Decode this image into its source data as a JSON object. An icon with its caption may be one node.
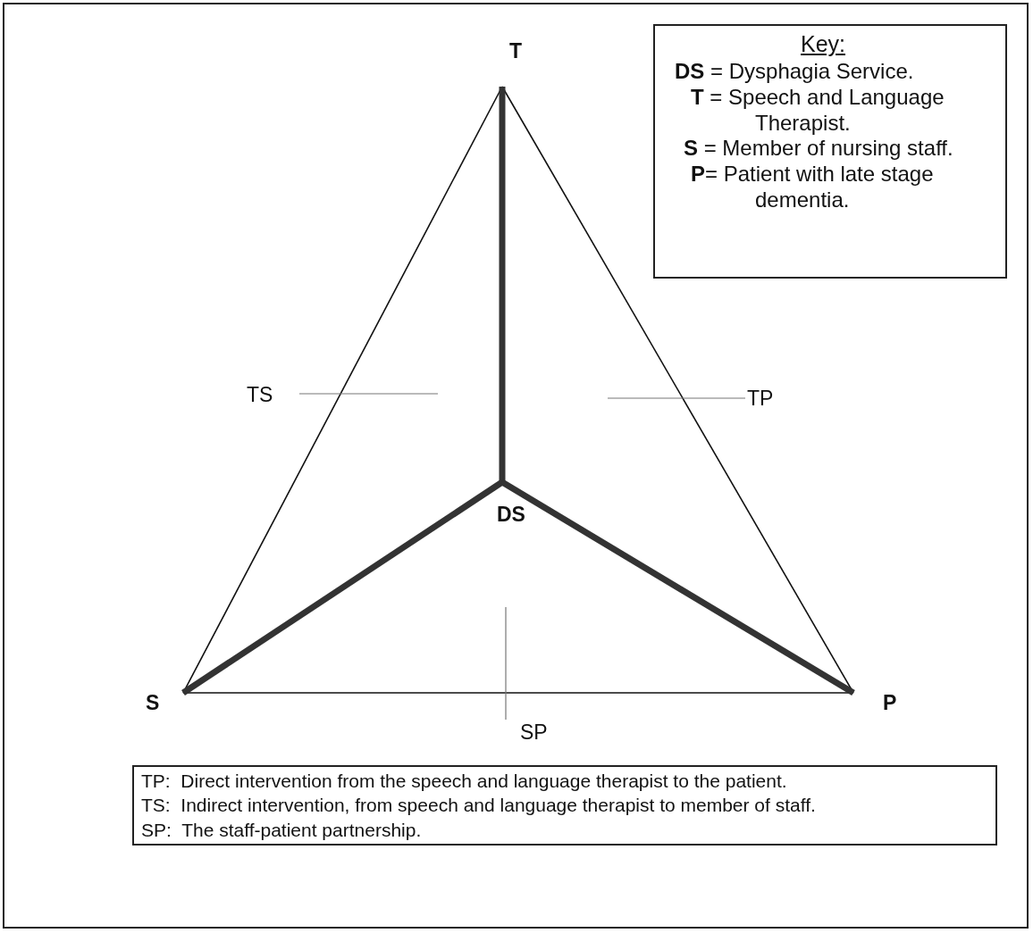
{
  "diagram": {
    "nodes": [
      {
        "text": [
          "T"
        ]
      },
      {
        "text": [
          "S"
        ]
      },
      {
        "text": [
          "P"
        ]
      },
      {
        "text": [
          "DS"
        ]
      },
      {
        "text": [
          "TS"
        ]
      },
      {
        "text": [
          "TP"
        ]
      },
      {
        "text": [
          "SP"
        ]
      },
      {
        "text": [
          "Key:",
          "**DS** = Dysphagia  Service.",
          "**T** = Speech and Language Therapist.",
          "**S** = Member of nursing staff.",
          "**P**= Patient with late stage dementia."
        ]
      },
      {
        "text": [
          "TP:  Direct intervention from the speech and language therapist to the patient.",
          "TS:  Indirect intervention, from speech and language therapist to member of staff.",
          "SP:  The staff-patient partnership."
        ]
      }
    ],
    "edges": [
      {
        "from": 0,
        "to": 1,
        "arrow": "none"
      },
      {
        "from": 0,
        "to": 2,
        "arrow": "none"
      },
      {
        "from": 1,
        "to": 2,
        "arrow": "none"
      },
      {
        "from": 3,
        "to": 0,
        "arrow": "none",
        "style": "thick",
        "color": "#333333"
      },
      {
        "from": 3,
        "to": 1,
        "arrow": "none",
        "style": "thick",
        "color": "#333333"
      },
      {
        "from": 3,
        "to": 2,
        "arrow": "none",
        "style": "thick",
        "color": "#333333"
      },
      {
        "from": 4,
        "to": null,
        "arrow": "none",
        "color": "#777777"
      },
      {
        "from": 5,
        "to": null,
        "arrow": "none",
        "color": "#777777"
      },
      {
        "from": 6,
        "to": null,
        "arrow": "none",
        "color": "#777777"
      }
    ]
  }
}
